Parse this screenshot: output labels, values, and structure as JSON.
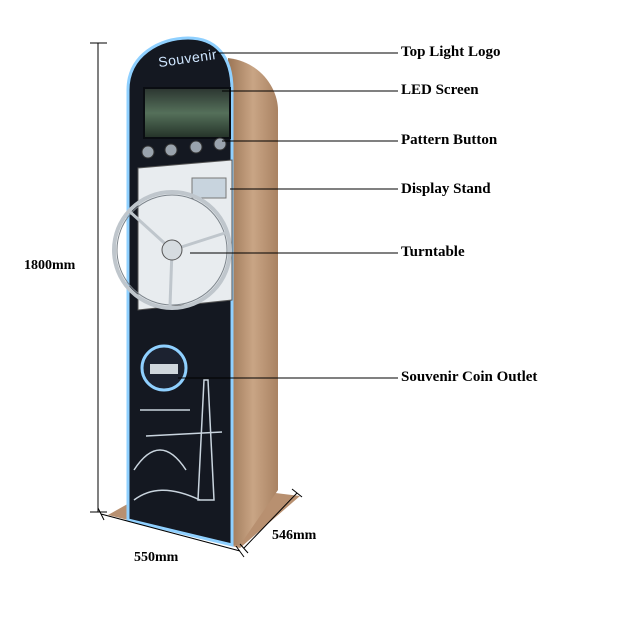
{
  "labels": {
    "top_light_logo": "Top Light Logo",
    "led_screen": "LED Screen",
    "pattern_button": "Pattern Button",
    "display_stand": "Display Stand",
    "turntable": "Turntable",
    "souvenir_coin_outlet": "Souvenir Coin Outlet"
  },
  "dimensions": {
    "height": "1800mm",
    "width": "550mm",
    "depth": "546mm"
  },
  "machine": {
    "brand_logo": "Souvenir"
  },
  "colors": {
    "cabinet_gold": "#b8906a",
    "panel_black": "#141821",
    "led_glow": "#8fd0ff"
  }
}
